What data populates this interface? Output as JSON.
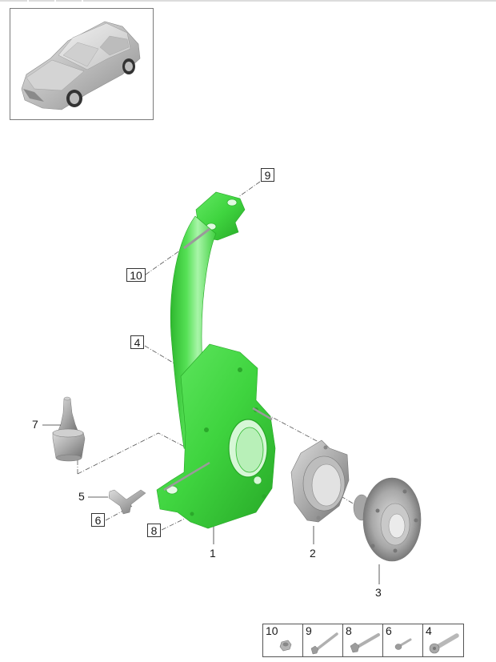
{
  "thumbnail": {
    "label": "vehicle-overview",
    "frame_color": "#7a7a7a"
  },
  "colors": {
    "highlight_green": "#3fd43f",
    "highlight_green_dark": "#26a526",
    "highlight_green_light": "#9ff09f",
    "part_gray": "#a9a9a9",
    "part_gray_dark": "#6e6e6e",
    "leader_line": "#555555"
  },
  "callouts": [
    {
      "id": "9",
      "label": "9",
      "boxed": true
    },
    {
      "id": "10",
      "label": "10",
      "boxed": true
    },
    {
      "id": "4",
      "label": "4",
      "boxed": true
    },
    {
      "id": "7",
      "label": "7",
      "boxed": false
    },
    {
      "id": "5",
      "label": "5",
      "boxed": false
    },
    {
      "id": "6",
      "label": "6",
      "boxed": true
    },
    {
      "id": "8",
      "label": "8",
      "boxed": true
    },
    {
      "id": "1",
      "label": "1",
      "boxed": false
    },
    {
      "id": "2",
      "label": "2",
      "boxed": false
    },
    {
      "id": "3",
      "label": "3",
      "boxed": false
    }
  ],
  "parts": [
    {
      "number": "1",
      "name": "wheel-carrier",
      "highlighted": true
    },
    {
      "number": "2",
      "name": "wheel-bearing"
    },
    {
      "number": "3",
      "name": "wheel-hub"
    },
    {
      "number": "4",
      "name": "screw"
    },
    {
      "number": "5",
      "name": "bracket"
    },
    {
      "number": "6",
      "name": "screw"
    },
    {
      "number": "7",
      "name": "ball-joint"
    },
    {
      "number": "8",
      "name": "bolt"
    },
    {
      "number": "9",
      "name": "bolt"
    },
    {
      "number": "10",
      "name": "nut"
    }
  ],
  "parts_table": {
    "cells": [
      {
        "number": "10",
        "icon": "nut-icon"
      },
      {
        "number": "9",
        "icon": "long-bolt-icon"
      },
      {
        "number": "8",
        "icon": "flange-bolt-icon"
      },
      {
        "number": "6",
        "icon": "small-screw-icon"
      },
      {
        "number": "4",
        "icon": "torx-screw-icon"
      }
    ]
  }
}
